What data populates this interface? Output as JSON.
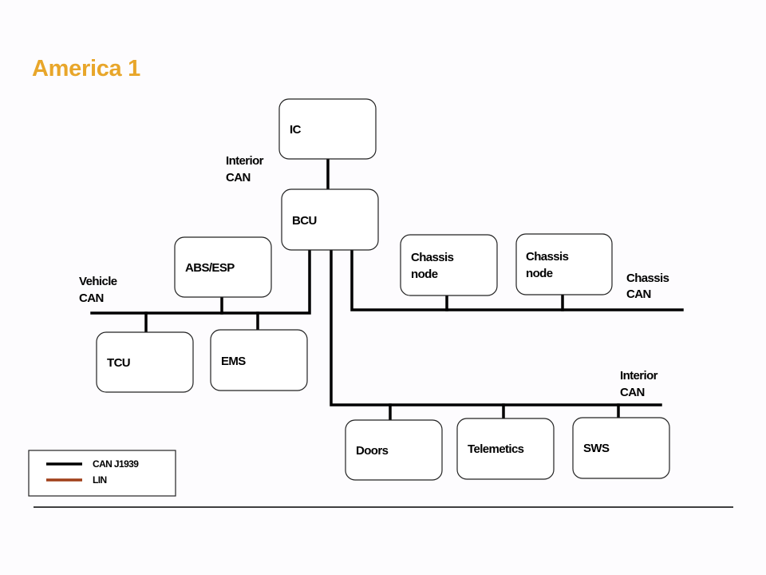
{
  "title": "America 1",
  "colors": {
    "title": "#e8a62a",
    "can": "#000000",
    "lin": "#a0401a"
  },
  "nodes": {
    "ic": "IC",
    "bcu": "BCU",
    "abs_esp": "ABS/ESP",
    "tcu": "TCU",
    "ems": "EMS",
    "chassis_node_1": [
      "Chassis",
      "node"
    ],
    "chassis_node_2": [
      "Chassis",
      "node"
    ],
    "doors": "Doors",
    "telemetics": "Telemetics",
    "sws": "SWS"
  },
  "buses": {
    "interior_can_top": [
      "Interior",
      "CAN"
    ],
    "vehicle_can": [
      "Vehicle",
      "CAN"
    ],
    "chassis_can": [
      "Chassis",
      "CAN"
    ],
    "interior_can_bottom": [
      "Interior",
      "CAN"
    ]
  },
  "legend": {
    "items": [
      {
        "label": "CAN  J1939",
        "type": "can"
      },
      {
        "label": "LIN",
        "type": "lin"
      }
    ]
  }
}
